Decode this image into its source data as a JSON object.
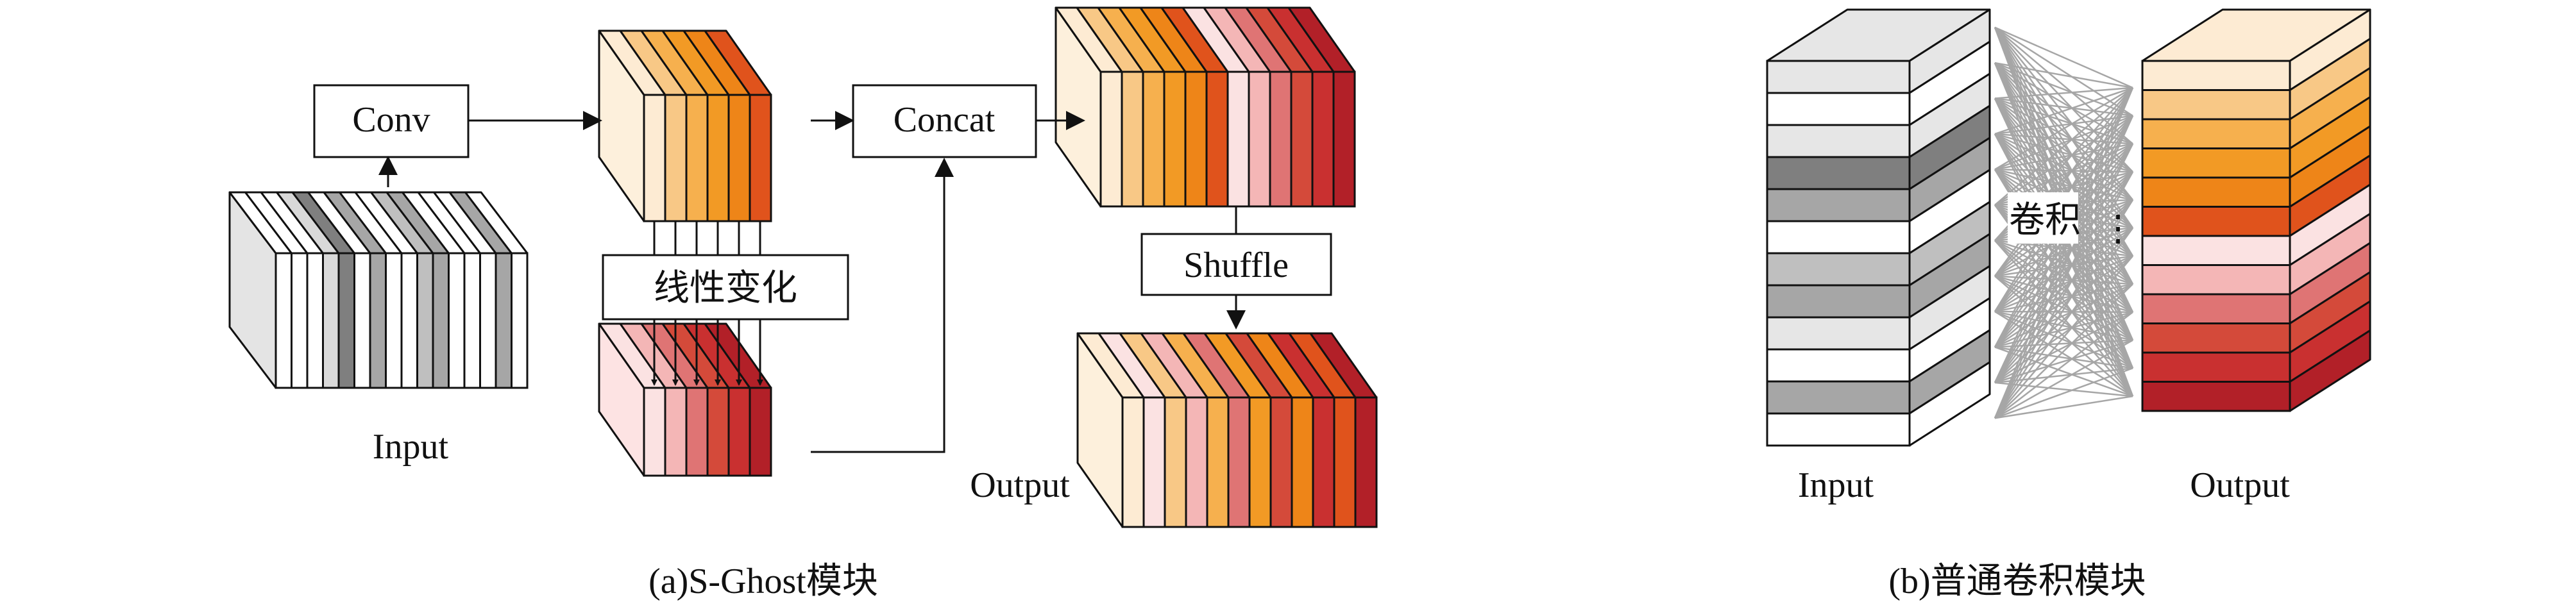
{
  "panel_a": {
    "conv_label": "Conv",
    "concat_label": "Concat",
    "linear_label": "线性变化",
    "shuffle_label": "Shuffle",
    "input_label": "Input",
    "output_label": "Output",
    "caption": "(a)S-Ghost模块"
  },
  "panel_b": {
    "input_label": "Input",
    "output_label": "Output",
    "conv_label": "卷积",
    "ellipsis": "⋮",
    "caption": "(b)普通卷积模块"
  },
  "colors": {
    "line": "#111111",
    "conn": "#a6a6a6",
    "input_gray_seq": [
      "#ffffff",
      "#ffffff",
      "#ffffff",
      "#d9d9d9",
      "#7f7f7f",
      "#ffffff",
      "#a6a6a6",
      "#ffffff",
      "#ffffff",
      "#bfbfbf",
      "#a6a6a6",
      "#ffffff",
      "#ffffff",
      "#ffffff",
      "#a6a6a6",
      "#ffffff"
    ],
    "ghost_top": [
      "#fdebd3",
      "#f8c886",
      "#f6b04e",
      "#f29a25",
      "#ee8518",
      "#e0531c"
    ],
    "ghost_bottom": [
      "#fbe2e2",
      "#f4b6b6",
      "#df7474",
      "#d44a3a",
      "#c93030",
      "#b22028"
    ],
    "concat_out": [
      "#fdebd3",
      "#f8c886",
      "#f6b04e",
      "#f29a25",
      "#ee8518",
      "#e0531c",
      "#fbe2e2",
      "#f4b6b6",
      "#df7474",
      "#d44a3a",
      "#c93030",
      "#b22028"
    ],
    "shuffle_out": [
      "#fdebd3",
      "#fbe2e2",
      "#f8c886",
      "#f4b6b6",
      "#f6b04e",
      "#df7474",
      "#f29a25",
      "#d44a3a",
      "#ee8518",
      "#c93030",
      "#e0531c",
      "#b22028"
    ],
    "b_input_rows": [
      "#e6e6e6",
      "#ffffff",
      "#e6e6e6",
      "#7f7f7f",
      "#a6a6a6",
      "#ffffff",
      "#bfbfbf",
      "#a6a6a6",
      "#e6e6e6",
      "#ffffff",
      "#a6a6a6",
      "#ffffff"
    ],
    "b_output_rows": [
      "#fdebd3",
      "#f8c886",
      "#f6b04e",
      "#f29a25",
      "#ee8518",
      "#e0531c",
      "#fbe2e2",
      "#f4b6b6",
      "#df7474",
      "#d44a3a",
      "#c93030",
      "#b22028"
    ]
  }
}
